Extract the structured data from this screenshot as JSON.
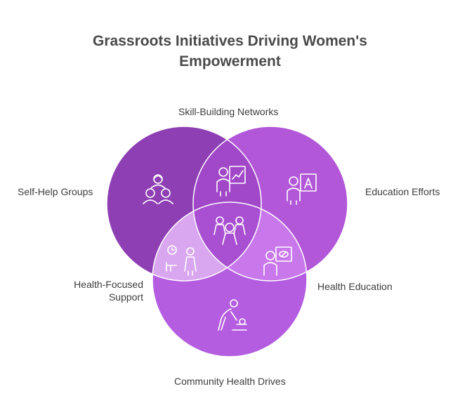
{
  "title": {
    "line1": "Grassroots Initiatives Driving Women's",
    "line2": "Empowerment"
  },
  "labels": {
    "skill_building": "Skill-Building Networks",
    "self_help": "Self-Help Groups",
    "education_efforts": "Education Efforts",
    "health_focused_line1": "Health-Focused",
    "health_focused_line2": "Support",
    "health_education": "Health Education",
    "community_health": "Community Health Drives"
  },
  "colors": {
    "circle_left": "#8e3fb4",
    "circle_right": "#b257d8",
    "circle_bottom": "#b45de0",
    "overlap_top": "#a148c8",
    "overlap_left_bottom": "#d9a7ef",
    "overlap_right_bottom": "#c978ec",
    "overlap_center": "#a94fd2",
    "icon_stroke": "#ffffff"
  },
  "icons": {
    "self_help": "group-of-women-icon",
    "skill_building": "presenter-chart-icon",
    "education_efforts": "teacher-board-icon",
    "center": "women-group-icon",
    "health_focused": "patient-clock-icon",
    "health_education": "doctor-pill-icon",
    "community_health": "caregiver-icon"
  }
}
